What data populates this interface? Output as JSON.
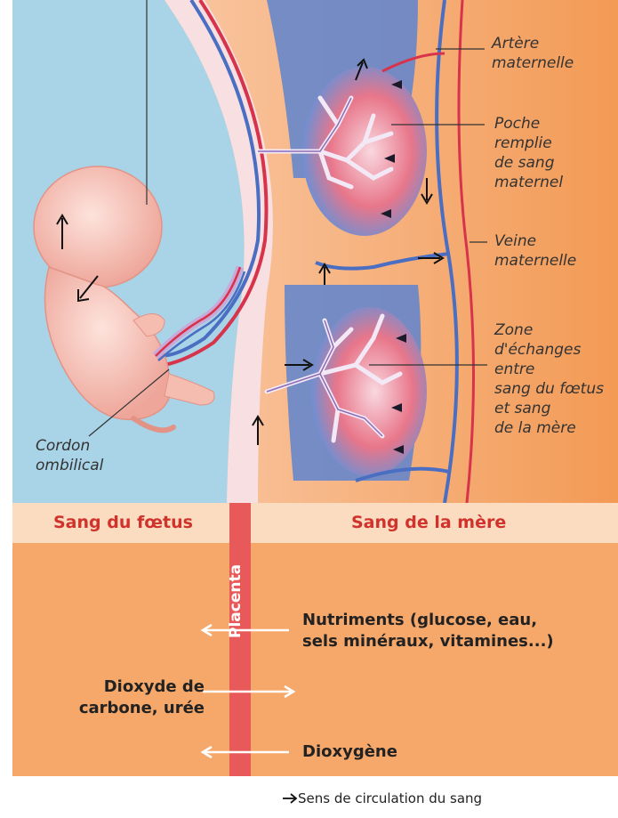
{
  "labels": {
    "artery": [
      "Artère",
      "maternelle"
    ],
    "pocket": [
      "Poche",
      "remplie",
      "de sang",
      "maternel"
    ],
    "vein": [
      "Veine",
      "maternelle"
    ],
    "exchange_zone": [
      "Zone",
      "d'échanges",
      "entre",
      "sang du fœtus",
      "et sang",
      "de la mère"
    ],
    "cord": [
      "Cordon",
      "ombilical"
    ]
  },
  "headers": {
    "fetus_blood": "Sang du fœtus",
    "mother_blood": "Sang de la mère",
    "placenta": "Placenta"
  },
  "exchanges": {
    "nutrients": [
      "Nutriments (glucose, eau,",
      "sels minéraux, vitamines...)"
    ],
    "co2": [
      "Dioxyde de",
      "carbone, urée"
    ],
    "o2": "Dioxygène"
  },
  "legend": "Sens de circulation du sang",
  "colors": {
    "amniotic": "#a9d3e6",
    "uterus": "#f4a868",
    "placenta_band": "#e85a5a",
    "header_band": "#fbdcc0",
    "header_text": "#d0322c",
    "bottom_panel": "#f6a86a"
  }
}
